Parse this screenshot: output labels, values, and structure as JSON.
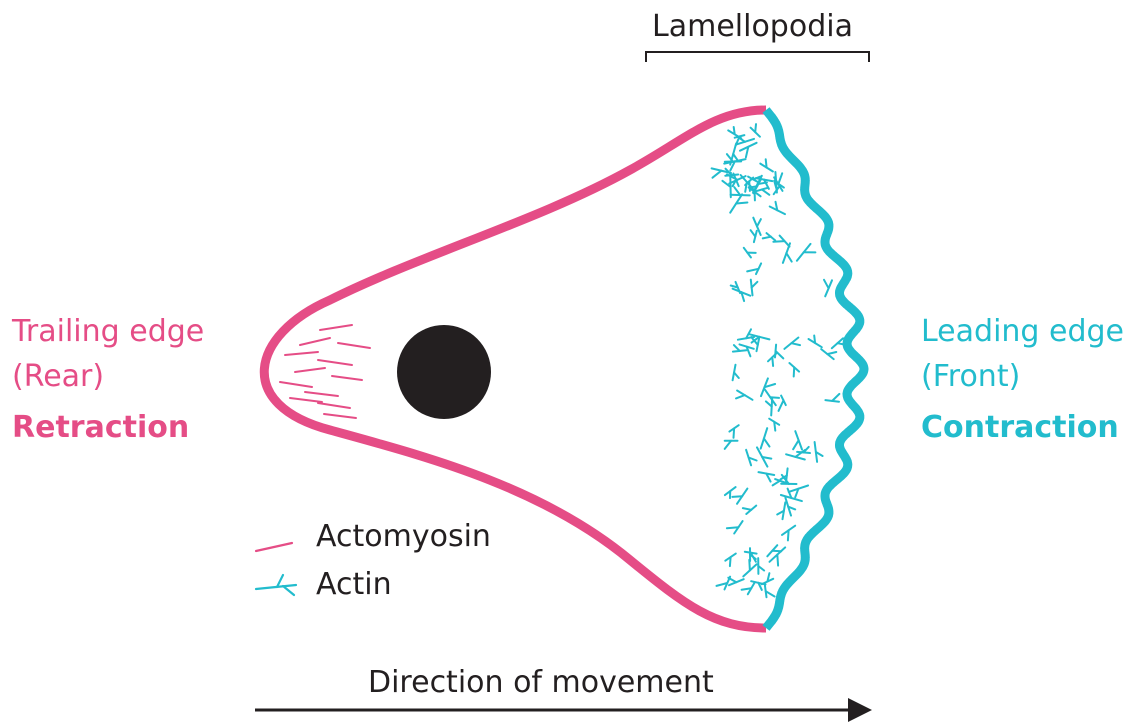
{
  "colors": {
    "trailing": "#e54d86",
    "leading": "#22bccd",
    "ink": "#231f20"
  },
  "lamellopodia": {
    "label": "Lamellopodia"
  },
  "trailing_edge": {
    "title": "Trailing edge",
    "subtitle": "(Rear)",
    "action": "Retraction"
  },
  "leading_edge": {
    "title": "Leading edge",
    "subtitle": "(Front)",
    "action": "Contraction"
  },
  "legend": {
    "items": [
      {
        "label": "Actomyosin",
        "icon": "actomyosin-filament-icon"
      },
      {
        "label": "Actin",
        "icon": "actin-branch-icon"
      }
    ]
  },
  "movement": {
    "label": "Direction of movement"
  }
}
